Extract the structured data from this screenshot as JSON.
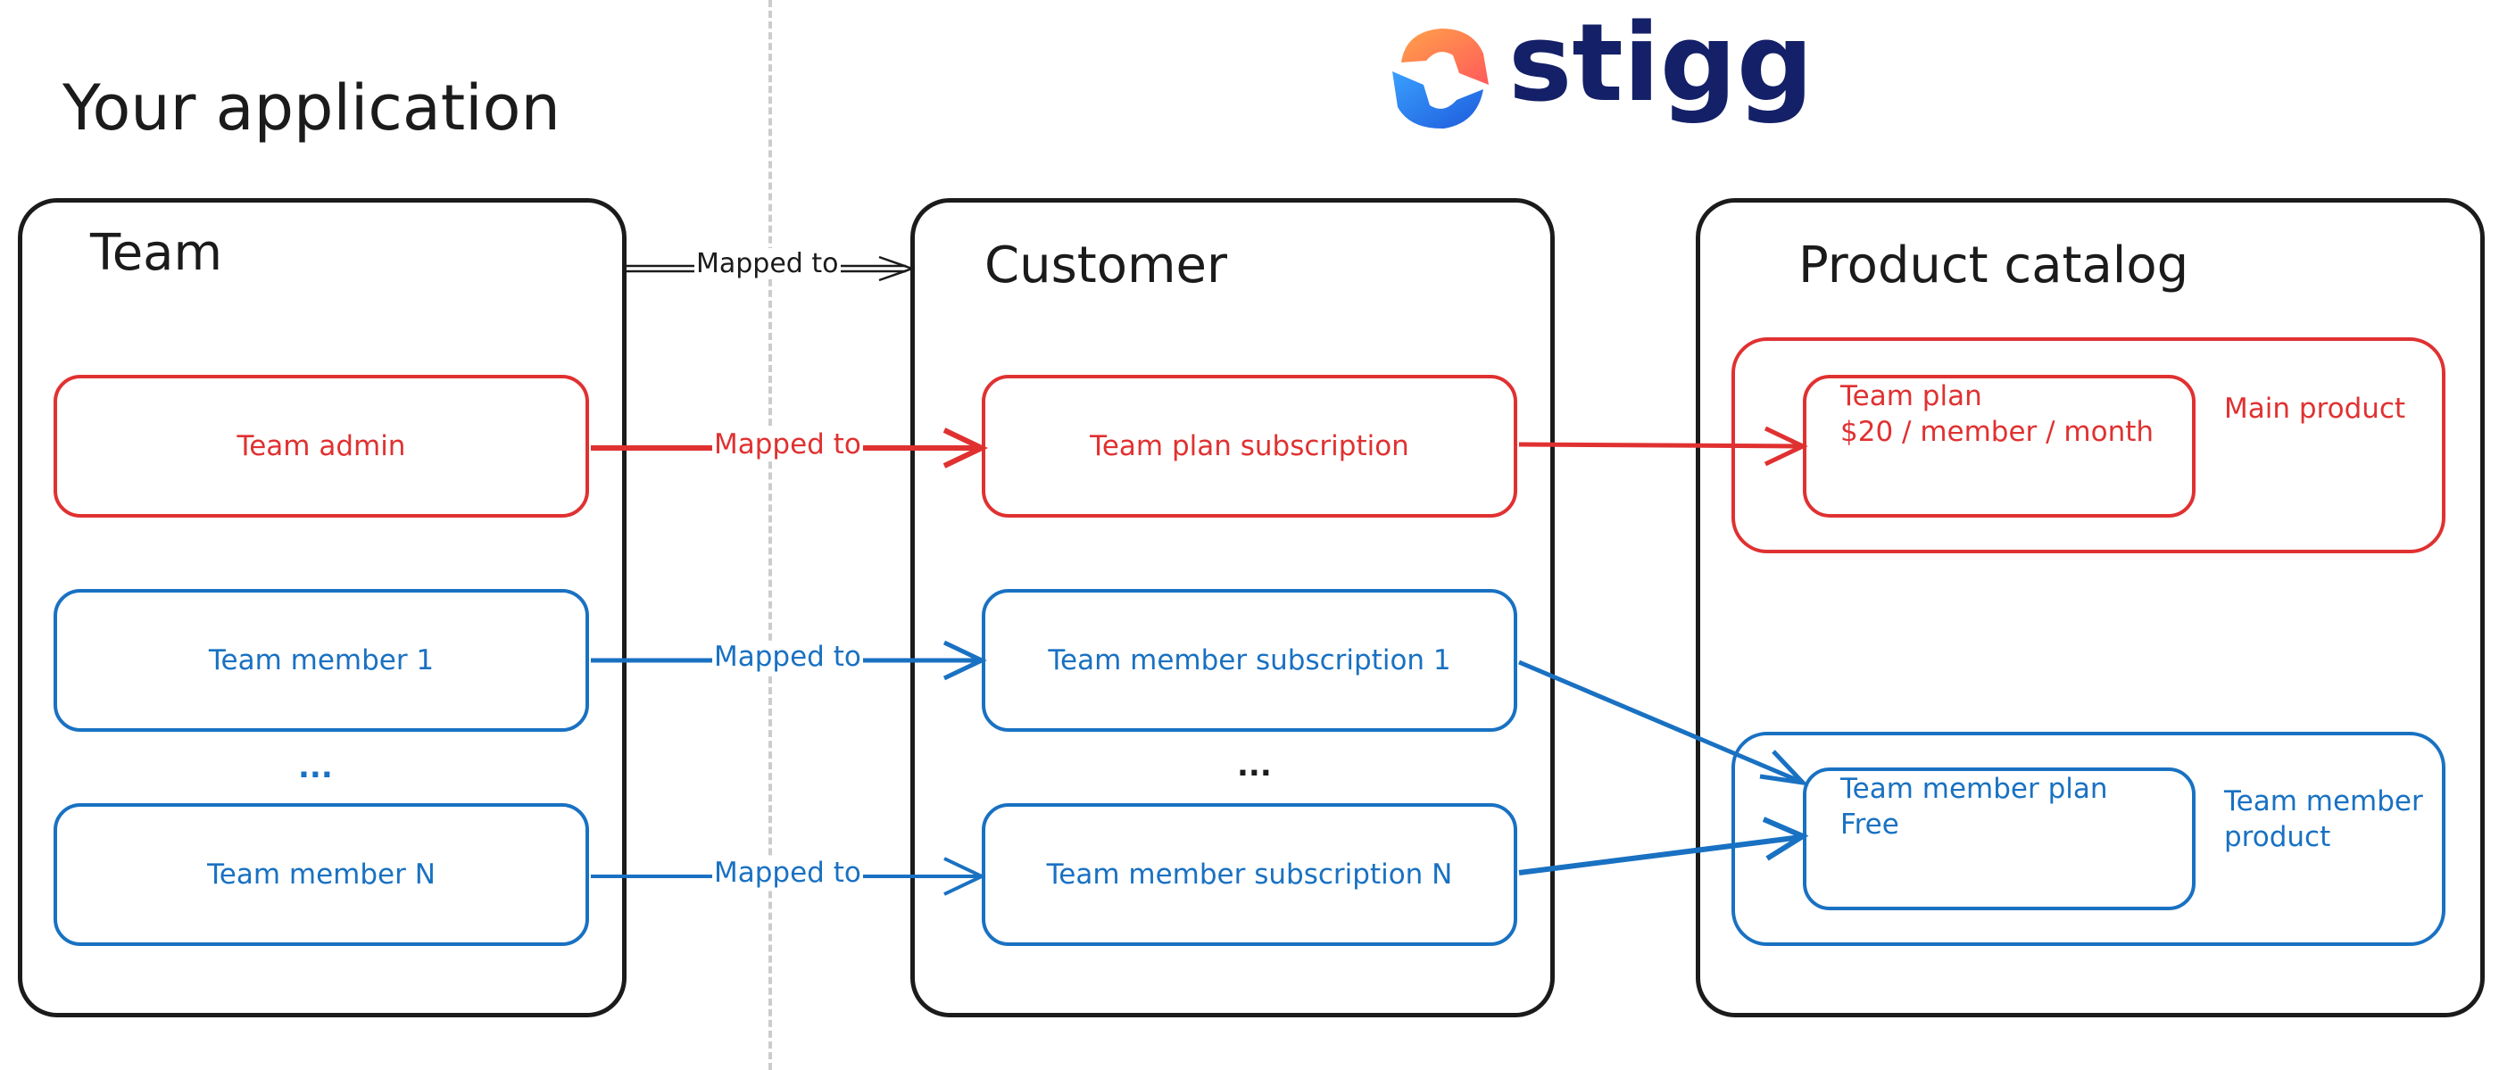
{
  "headings": {
    "app": "Your application"
  },
  "logo": {
    "text": "stigg",
    "colors": {
      "text": "#142067",
      "blue": "#1e88e5",
      "orange": "#ff7043"
    }
  },
  "panels": {
    "team": "Team",
    "customer": "Customer",
    "catalog": "Product catalog"
  },
  "team_nodes": {
    "admin": "Team admin",
    "member1": "Team member 1",
    "ellipsis": "...",
    "memberN": "Team member N"
  },
  "customer_nodes": {
    "plan_sub": "Team plan subscription",
    "member_sub1": "Team member subscription 1",
    "ellipsis": "...",
    "member_subN": "Team member subscription N"
  },
  "catalog": {
    "main_product_label": "Main product",
    "team_plan_line1": "Team plan",
    "team_plan_line2": "$20 / member / month",
    "member_product_label_line1": "Team member",
    "member_product_label_line2": "product",
    "member_plan_line1": "Team member plan",
    "member_plan_line2": "Free"
  },
  "edge_labels": {
    "team_to_customer": "Mapped to",
    "admin_to_plan": "Mapped to",
    "member1_to_sub1": "Mapped to",
    "memberN_to_subN": "Mapped to"
  },
  "colors": {
    "red": "#e03131",
    "blue": "#1971c2",
    "black": "#1b1b1b",
    "divider": "#cccccc"
  }
}
